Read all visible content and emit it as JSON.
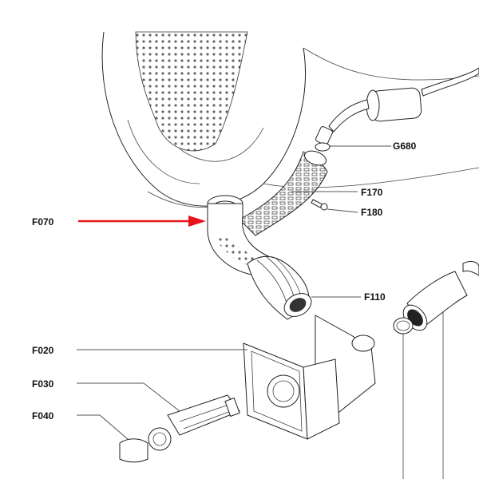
{
  "labels": {
    "g680": "G680",
    "f170": "F170",
    "f180": "F180",
    "f070": "F070",
    "f110": "F110",
    "f020": "F020",
    "f030": "F030",
    "f040": "F040"
  },
  "colors": {
    "highlight_arrow": "#e8141c",
    "line": "#222222",
    "leader": "#555555"
  }
}
